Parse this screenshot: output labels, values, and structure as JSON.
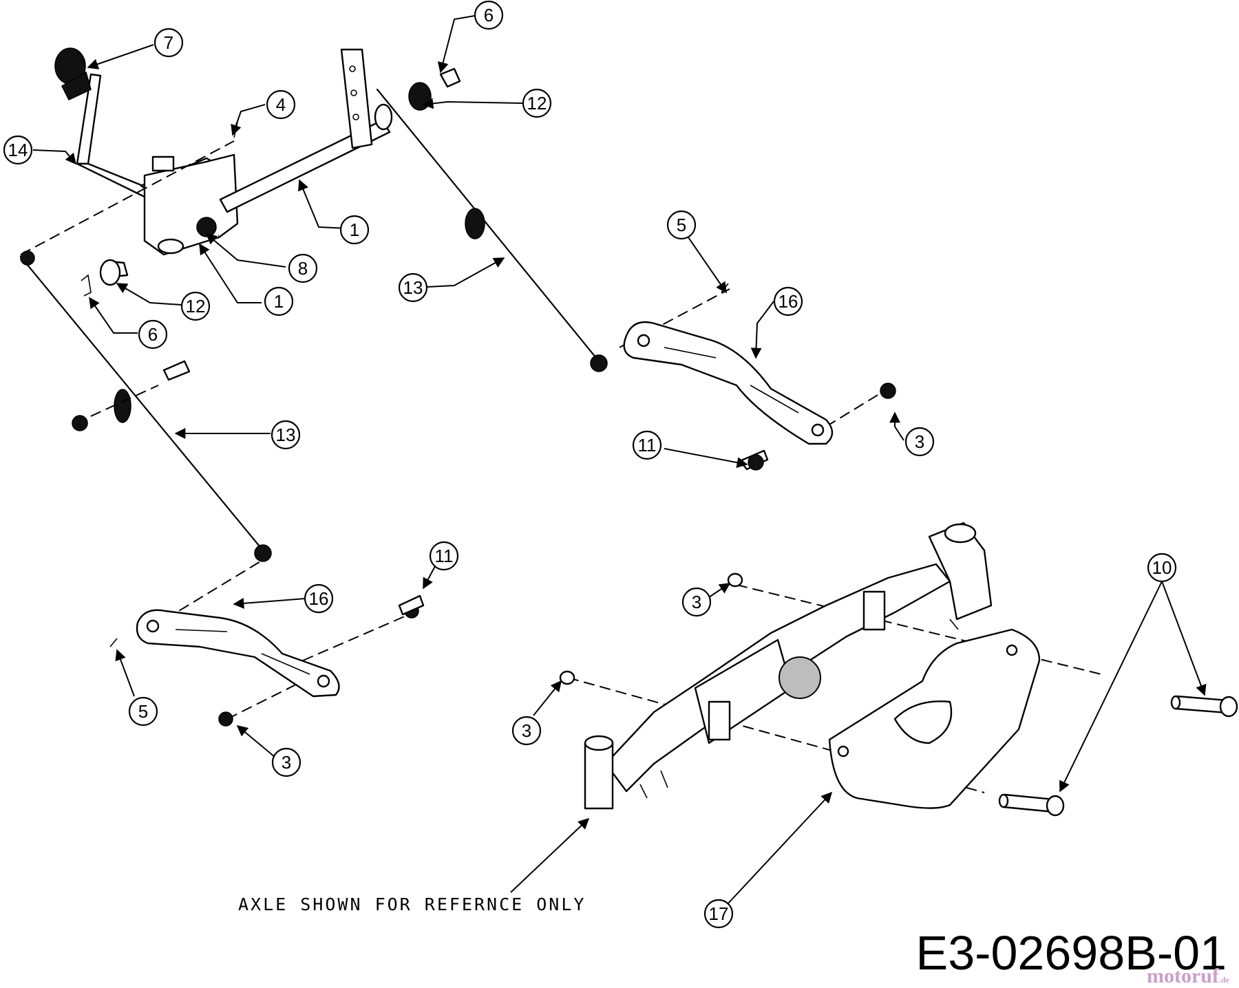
{
  "labels": {
    "c1a": "1",
    "c1b": "1",
    "c3a": "3",
    "c3b": "3",
    "c3c": "3",
    "c3d": "3",
    "c4": "4",
    "c5a": "5",
    "c5b": "5",
    "c6a": "6",
    "c6b": "6",
    "c7": "7",
    "c8": "8",
    "c10": "10",
    "c11a": "11",
    "c11b": "11",
    "c12a": "12",
    "c12b": "12",
    "c13a": "13",
    "c13b": "13",
    "c14": "14",
    "c16a": "16",
    "c16b": "16",
    "c17": "17"
  },
  "note": "AXLE SHOWN FOR REFERNCE ONLY",
  "drawing_code": "E3-02698B-01",
  "watermark": {
    "name": "motoruf",
    "suffix": ".de"
  }
}
